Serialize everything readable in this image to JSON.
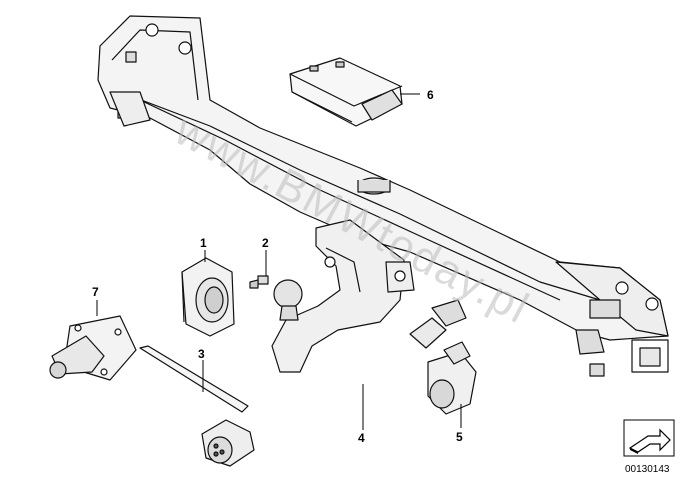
{
  "watermark": "www.BMWtoday.pl",
  "diagram_number": "00130143",
  "callouts": [
    {
      "id": "1",
      "label": "1"
    },
    {
      "id": "2",
      "label": "2"
    },
    {
      "id": "3",
      "label": "3"
    },
    {
      "id": "4",
      "label": "4"
    },
    {
      "id": "5",
      "label": "5"
    },
    {
      "id": "6",
      "label": "6"
    },
    {
      "id": "7",
      "label": "7"
    }
  ]
}
